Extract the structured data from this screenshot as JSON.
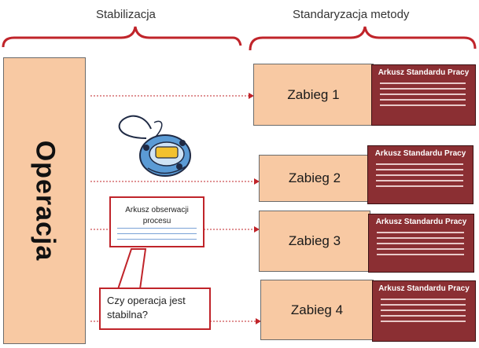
{
  "headers": {
    "stabilizacja": "Stabilizacja",
    "standaryzacja": "Standaryzacja metody"
  },
  "operacja": {
    "label": "Operacja"
  },
  "zabiegi": [
    {
      "label": "Zabieg 1"
    },
    {
      "label": "Zabieg 2"
    },
    {
      "label": "Zabieg 3"
    },
    {
      "label": "Zabieg 4"
    }
  ],
  "sheets": [
    {
      "title": "Arkusz Standardu Pracy"
    },
    {
      "title": "Arkusz Standardu Pracy"
    },
    {
      "title": "Arkusz Standardu Pracy"
    },
    {
      "title": "Arkusz Standardu Pracy"
    }
  ],
  "observation_sheet": {
    "title": "Arkusz obserwacji procesu"
  },
  "callout": {
    "text": "Czy operacja jest stabilna?"
  },
  "colors": {
    "brace": "#c0242a",
    "box_fill": "#f8c9a3",
    "sheet_fill": "#8b2f33",
    "arrow": "#c0242a"
  },
  "icons": {
    "stopwatch": "stopwatch-icon"
  }
}
